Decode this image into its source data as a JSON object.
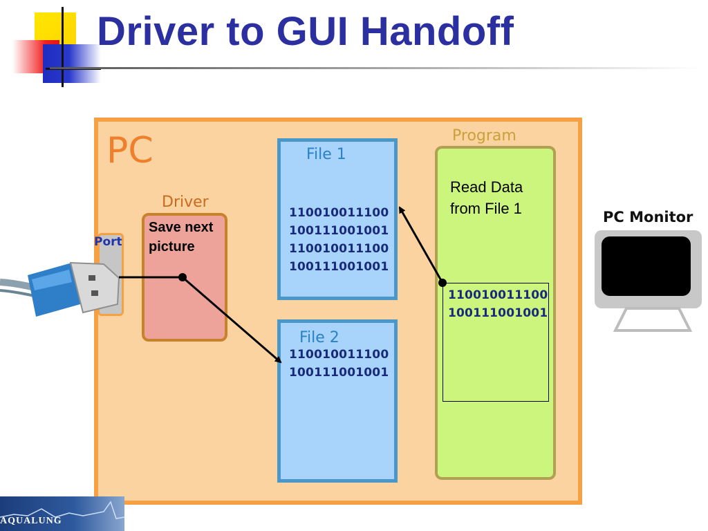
{
  "slide": {
    "title": "Driver to GUI Handoff"
  },
  "diagram": {
    "pc_label": "PC",
    "driver": {
      "label": "Driver",
      "text_line1": "Save next",
      "text_line2": "picture"
    },
    "port_label": "Port",
    "file1": {
      "label": "File 1",
      "bits": [
        "110010011100",
        "100111001001",
        "110010011100",
        "100111001001"
      ]
    },
    "file2": {
      "label": "File 2",
      "bits": [
        "110010011100",
        "100111001001"
      ]
    },
    "program": {
      "label": "Program",
      "text_line1": "Read Data",
      "text_line2": "from File 1",
      "bits": [
        "110010011100",
        "100111001001"
      ]
    },
    "monitor_label": "PC Monitor",
    "icons": [
      "usb-plug-icon",
      "pc-monitor-icon",
      "slide-decoration-icon",
      "aqualung-logo"
    ]
  },
  "footer": {
    "logo_text": "AQUALUNG"
  },
  "colors": {
    "title": "#2b2fa0",
    "pc_fill": "#fbd3a1",
    "pc_border": "#f5a043",
    "driver_fill": "#eda39a",
    "file_fill": "#a8d4fb",
    "program_fill": "#ccf57e"
  }
}
